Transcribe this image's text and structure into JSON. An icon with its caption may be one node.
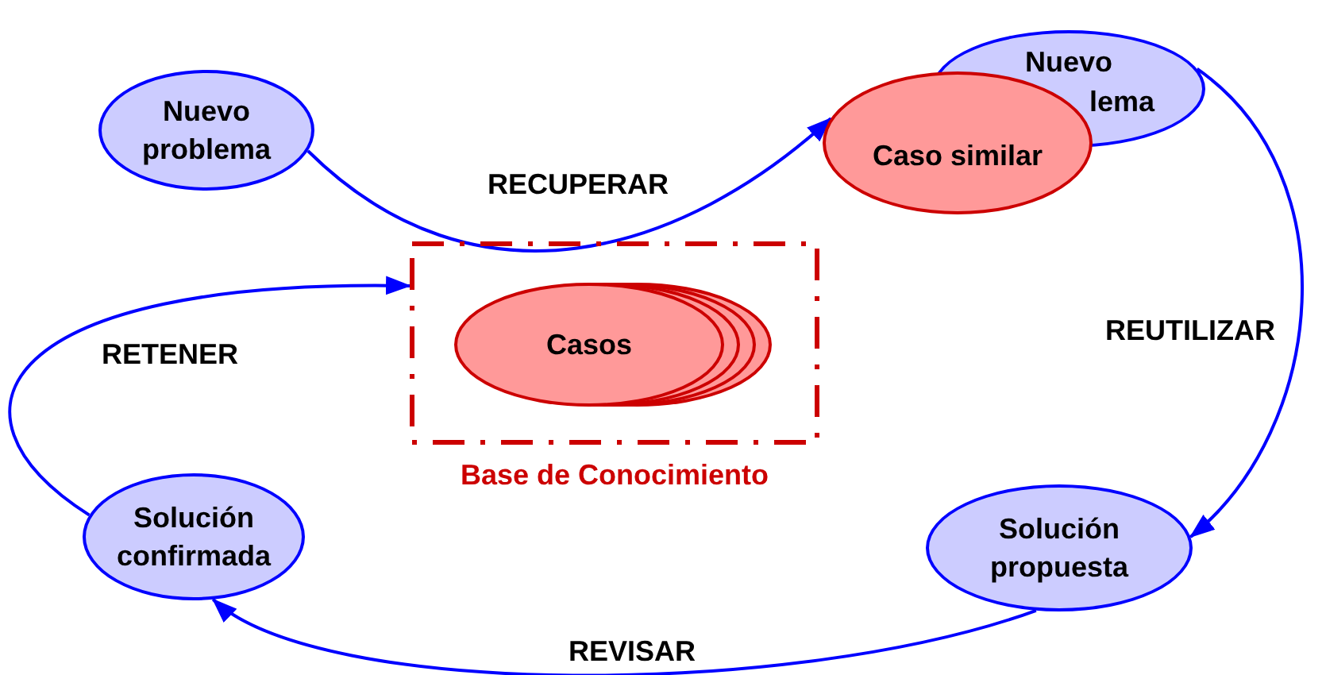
{
  "diagram": {
    "nodes": [
      {
        "text": [
          "Nuevo problema"
        ]
      },
      {
        "text": [
          "Nuevo",
          "lema"
        ]
      },
      {
        "text": [
          "Caso similar"
        ]
      },
      {
        "text": [
          "Base de Conocimiento"
        ]
      },
      {
        "text": [
          "Casos"
        ],
        "in": 3
      },
      {
        "text": [
          "Solución propuesta"
        ]
      },
      {
        "text": [
          "Solución confirmada"
        ]
      }
    ],
    "edges": [
      {
        "from": 0,
        "to": 2,
        "arrow": "to",
        "label": "RECUPERAR"
      },
      {
        "from": 1,
        "to": 5,
        "arrow": "to",
        "label": "REUTILIZAR"
      },
      {
        "from": 5,
        "to": 6,
        "arrow": "to",
        "label": "REVISAR"
      },
      {
        "from": 6,
        "to": 3,
        "arrow": "to",
        "label": "RETENER"
      }
    ]
  }
}
